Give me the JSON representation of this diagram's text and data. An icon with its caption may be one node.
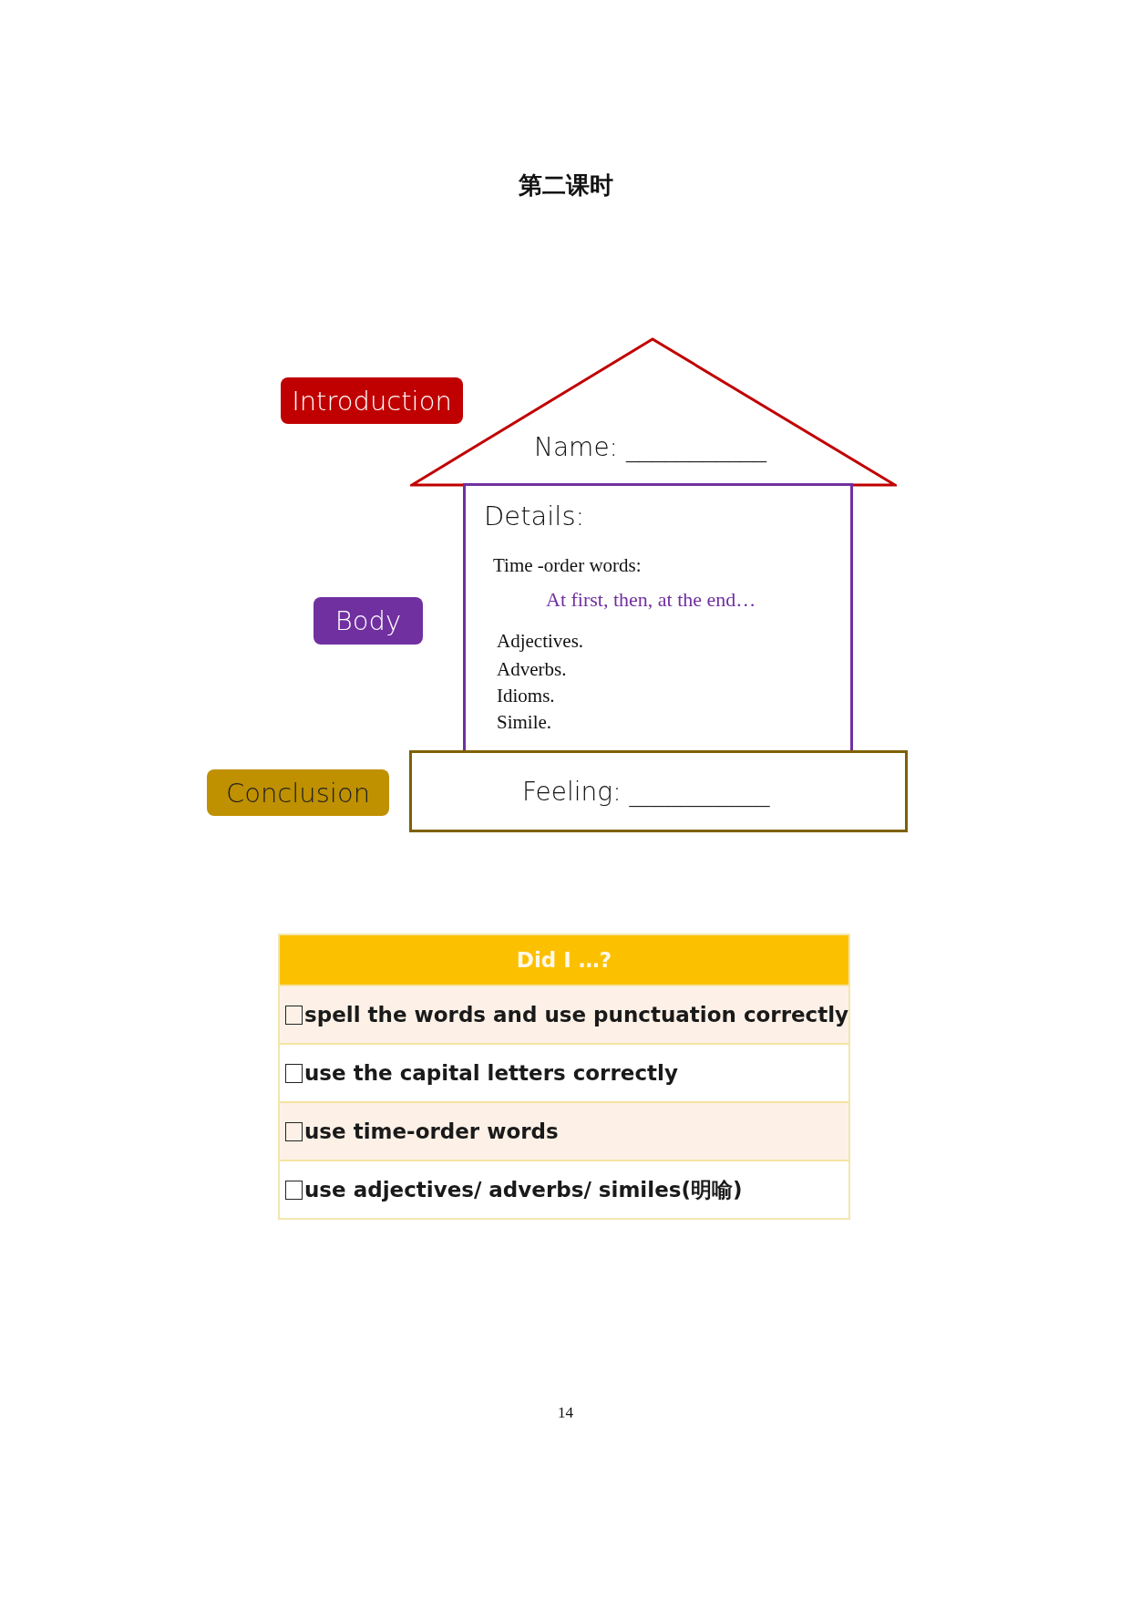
{
  "diagram": {
    "title": "第二课时",
    "nodes": [
      {
        "text": [
          "Introduction"
        ]
      },
      {
        "text": [
          "Name: ___________"
        ]
      },
      {
        "text": [
          "Body"
        ]
      },
      {
        "text": [
          "Details:",
          "Time -order words:",
          "At first, then, at the end…",
          "Adjectives.",
          "Adverbs.",
          "Idioms.",
          "Simile."
        ]
      },
      {
        "text": [
          "Conclusion"
        ]
      },
      {
        "text": [
          "Feeling: ___________"
        ]
      }
    ],
    "labels": [
      "Did I …?",
      "spell the words and use punctuation correctly",
      "use the capital letters correctly",
      "use time-order words",
      "use adjectives/ adverbs/ similes(明喻)",
      "14"
    ]
  }
}
